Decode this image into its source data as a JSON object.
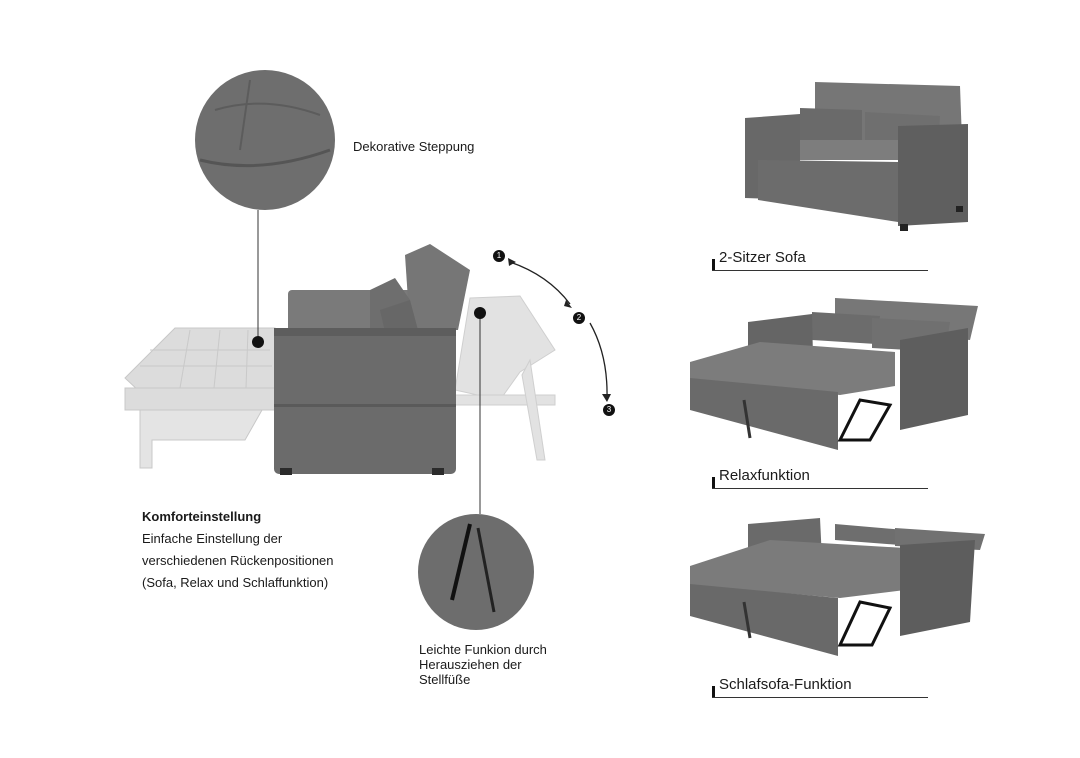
{
  "callouts": {
    "stitching": "Dekorative Steppung",
    "easy_pull_line1": "Leichte Funkion durch",
    "easy_pull_line2": "Herausziehen der",
    "easy_pull_line3": "Stellfüße"
  },
  "comfort": {
    "title": "Komforteinstellung",
    "line1": "Einfache Einstellung der",
    "line2": "verschiedenen Rückenpositionen",
    "line3": "(Sofa, Relax und Schlaffunktion)"
  },
  "positions": {
    "p1": "1",
    "p2": "2",
    "p3": "3"
  },
  "modes": [
    {
      "label": "2-Sitzer Sofa"
    },
    {
      "label": "Relaxfunktion"
    },
    {
      "label": "Schlafsofa-Funktion"
    }
  ],
  "colors": {
    "fabric": "#6b6b6b",
    "fabric_dark": "#4f4f4f",
    "ghost": "#d9d9d9"
  }
}
